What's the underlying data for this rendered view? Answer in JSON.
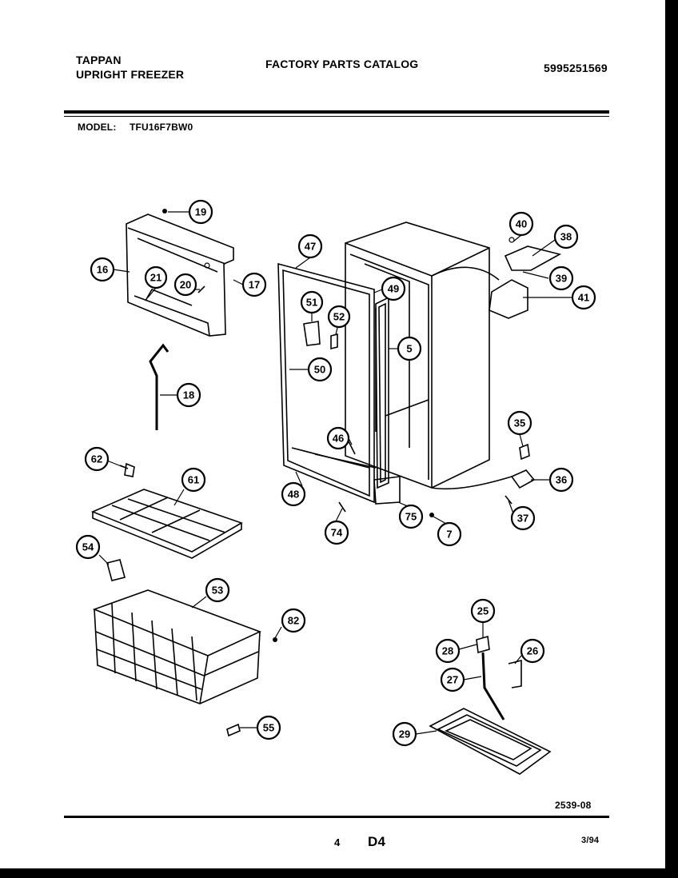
{
  "header": {
    "brand": "TAPPAN",
    "product": "UPRIGHT FREEZER",
    "catalog_title": "FACTORY PARTS CATALOG",
    "catalog_number": "5995251569"
  },
  "model": {
    "label": "MODEL:",
    "value": "TFU16F7BW0"
  },
  "callouts": [
    "19",
    "16",
    "21",
    "20",
    "17",
    "18",
    "47",
    "51",
    "52",
    "49",
    "5",
    "50",
    "46",
    "48",
    "74",
    "75",
    "7",
    "40",
    "38",
    "39",
    "41",
    "35",
    "36",
    "37",
    "62",
    "61",
    "54",
    "53",
    "82",
    "55",
    "25",
    "28",
    "26",
    "27",
    "29"
  ],
  "footer": {
    "drawing_number": "2539-08",
    "page_number": "4",
    "section_code": "D4",
    "date": "3/94"
  }
}
